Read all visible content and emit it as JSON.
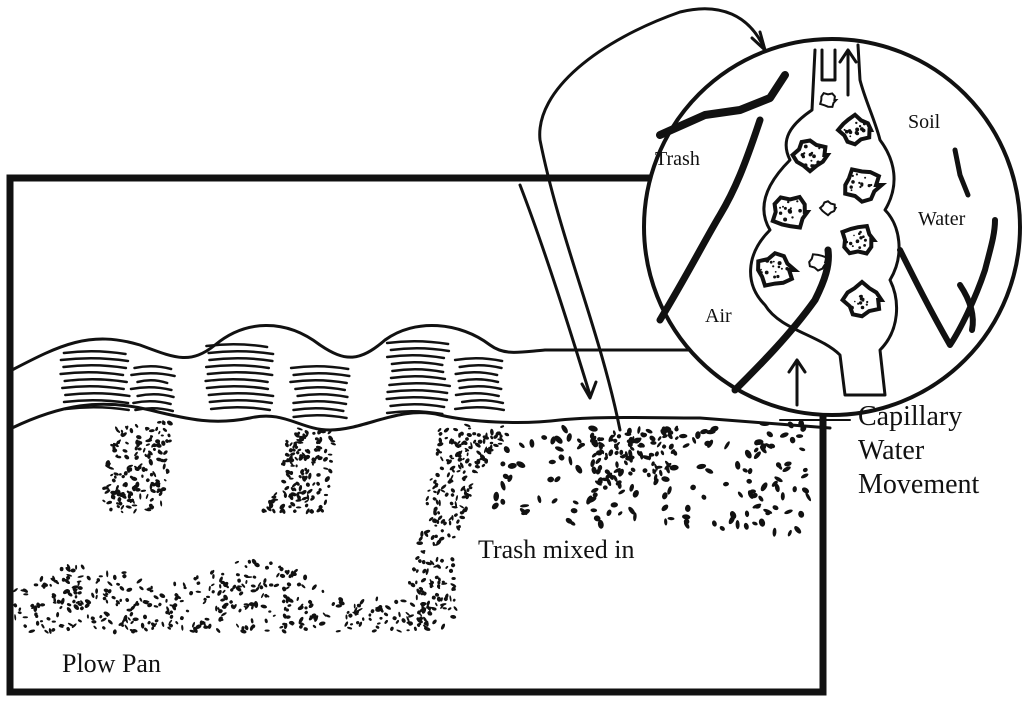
{
  "labels": {
    "trash": "Trash",
    "soil": "Soil",
    "water": "Water",
    "air": "Air",
    "capillary_1": "Capillary",
    "capillary_2": "Water",
    "capillary_3": "Movement",
    "trash_mixed_in": "Trash mixed in",
    "plow_pan": "Plow Pan"
  },
  "colors": {
    "ink": "#111111",
    "paper": "#ffffff"
  }
}
